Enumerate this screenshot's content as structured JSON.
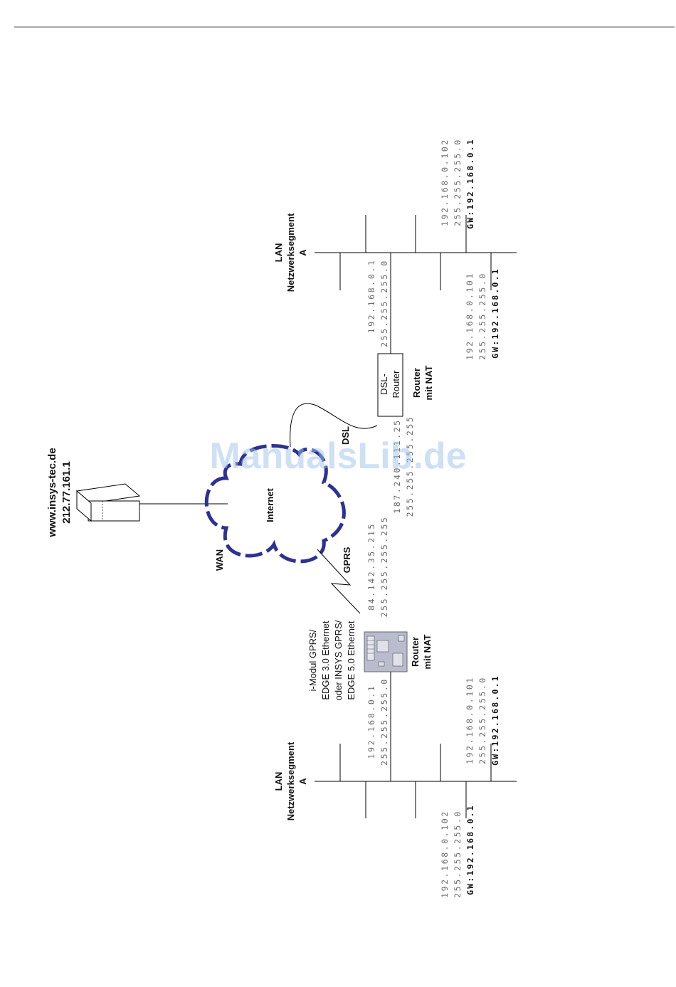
{
  "server": {
    "hostname": "www.insys-tec.de",
    "ip": "212.77.161.1"
  },
  "internet": {
    "label": "Internet",
    "wan_label": "WAN",
    "gprs_label": "GPRS",
    "dsl_label": "DSL"
  },
  "module": {
    "name_lines": [
      "i-Modul GPRS/",
      "EDGE 3.0 Ethernet",
      "oder INSYS GPRS/",
      "EDGE 5.0 Ethernet"
    ],
    "role_lines": [
      "Router",
      "mit NAT"
    ],
    "wan_ip": "84.142.35.215",
    "wan_mask": "255.255.255.255",
    "lan_ip": "192.168.0.1",
    "lan_mask": "255.255.255.0"
  },
  "dsl_router": {
    "name_lines": [
      "DSL-",
      "Router"
    ],
    "role_lines": [
      "Router",
      "mit NAT"
    ],
    "wan_ip": "187.240.111.25",
    "wan_mask": "255.255.255.255",
    "lan_ip": "192.168.0.1",
    "lan_mask": "255.255.255.0"
  },
  "lan_left": {
    "label_lines": [
      "LAN",
      "Netzwerksegment",
      "A"
    ],
    "host1": {
      "ip": "192.168.0.101",
      "mask": "255.255.255.0",
      "gw": "GW:192.168.0.1"
    },
    "host2": {
      "ip": "192.168.0.102",
      "mask": "255.255.255.0",
      "gw": "GW:192.168.0.1"
    }
  },
  "lan_right": {
    "label_lines": [
      "LAN",
      "Netzwerksegment",
      "A"
    ],
    "host1": {
      "ip": "192.168.0.101",
      "mask": "255.255.255.0",
      "gw": "GW:192.168.0.1"
    },
    "host2": {
      "ip": "192.168.0.102",
      "mask": "255.255.255.0",
      "gw": "GW:192.168.0.1"
    }
  },
  "watermark": "ManualsLib.de",
  "colors": {
    "cloud_stroke": "#2e3192",
    "module_fill": "#b9bccd",
    "line": "#000000"
  }
}
